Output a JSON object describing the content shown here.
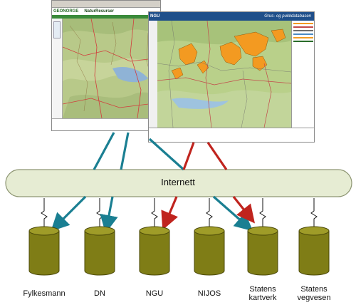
{
  "screens": {
    "left": {
      "logo": "GEONORGE",
      "title": "NaturResurser"
    },
    "right": {
      "logo": "NGU",
      "subtitle": "Grus- og pukkdatabasen"
    }
  },
  "network": {
    "label": "Internett"
  },
  "databases": [
    {
      "label": "Fylkesmann"
    },
    {
      "label": "DN"
    },
    {
      "label": "NGU"
    },
    {
      "label": "NIJOS"
    },
    {
      "label": "Statens kartverk"
    },
    {
      "label": "Statens vegvesen"
    }
  ],
  "colors": {
    "cloud_fill": "#e6ecd3",
    "cloud_stroke": "#8e9673",
    "db_body": "#7f7d16",
    "db_top": "#9f9c28",
    "arrow_blue": "#1a7f92",
    "arrow_red": "#c0241e",
    "map_orange": "#f39a21"
  }
}
